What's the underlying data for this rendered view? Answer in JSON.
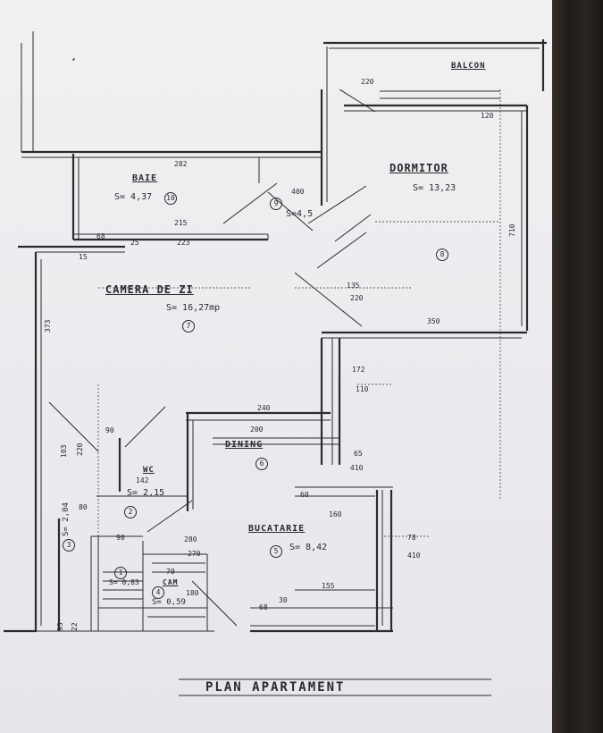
{
  "title": "PLAN APARTAMENT",
  "rooms": {
    "balcon": {
      "label": "BALCON"
    },
    "dormitor": {
      "label": "DORMITOR",
      "area": "S= 13,23",
      "number": "8"
    },
    "baie": {
      "label": "BAIE",
      "area": "S= 4,37",
      "number": "10"
    },
    "hol": {
      "area": "S=4,5",
      "number": "9"
    },
    "camera_de_zi": {
      "label": "CAMERA DE ZI",
      "area": "S= 16,27mp",
      "number": "7"
    },
    "dining": {
      "label": "DINING",
      "number": "6"
    },
    "bucatarie": {
      "label": "BUCATARIE",
      "area": "S= 8,42",
      "number": "5"
    },
    "wc": {
      "label": "WC",
      "area": "S= 2,15",
      "number": "2"
    },
    "room3": {
      "area": "S= 2,04",
      "number": "3"
    },
    "room1": {
      "area": "S= 0,83",
      "number": "1"
    },
    "cam": {
      "label": "CAM",
      "area": "S= 0,59",
      "number": "4"
    }
  },
  "dimensions": {
    "d282": "282",
    "d400": "400",
    "d120": "120",
    "d350": "350",
    "d220a": "220",
    "d135": "135",
    "d215": "215",
    "d223": "223",
    "d25": "25",
    "d68": "68",
    "d15": "15",
    "d373": "373",
    "d710": "710",
    "d240": "240",
    "d200": "200",
    "d160": "160",
    "d155": "155",
    "d110": "110",
    "d172": "172",
    "d65": "65",
    "d410": "410",
    "d60": "60",
    "d142": "142",
    "d103": "103",
    "d220b": "220",
    "d93": "93",
    "d22": "22",
    "d80": "80",
    "d70": "70",
    "d90": "90",
    "d280": "280",
    "d68b": "68",
    "d30": "30",
    "d270": "270",
    "d78": "78",
    "d90b": "90",
    "d220c": "220",
    "d180": "180"
  }
}
